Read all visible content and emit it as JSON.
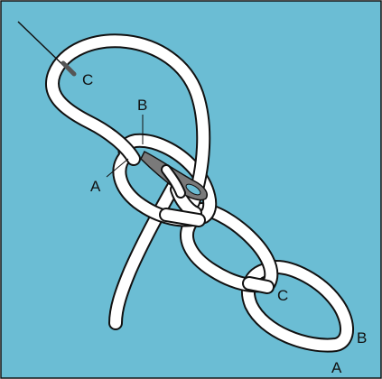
{
  "diagram": {
    "colors": {
      "background": "#6bbdd4",
      "thread_fill": "#ffffff",
      "thread_outline": "#111111",
      "needle_fill": "#7a7a7a",
      "frame": "#111111"
    },
    "labels": {
      "needle_c": "C",
      "loop_b": "B",
      "loop_a": "A",
      "lower_c": "C",
      "end_b": "B",
      "end_a": "A"
    }
  }
}
